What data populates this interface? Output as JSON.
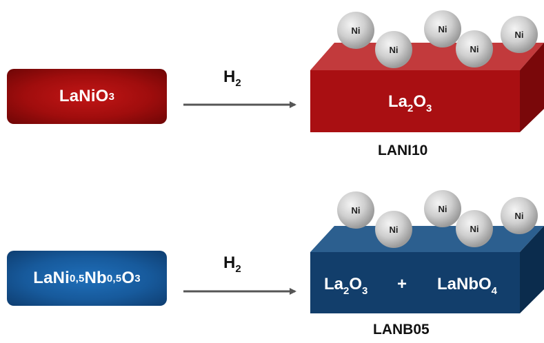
{
  "top": {
    "reactant": {
      "base": "LaNiO",
      "sub": "3"
    },
    "reagent": {
      "base": "H",
      "sub": "2"
    },
    "block_label": {
      "a": "La",
      "a_sub": "2",
      "b": "O",
      "b_sub": "3"
    },
    "caption": "LANI10",
    "particle_label": "Ni"
  },
  "bottom": {
    "reactant": {
      "p1": "LaNi",
      "s1": "0,5",
      "p2": "Nb",
      "s2": "0,5",
      "p3": "O",
      "s3": "3"
    },
    "reagent": {
      "base": "H",
      "sub": "2"
    },
    "block_left": {
      "a": "La",
      "a_sub": "2",
      "b": "O",
      "b_sub": "3"
    },
    "plus": "+",
    "block_right": {
      "a": "LaNbO",
      "a_sub": "4"
    },
    "caption": "LANB05",
    "particle_label": "Ni"
  },
  "colors": {
    "red_front": "#a90f12",
    "red_top": "#c23a3c",
    "red_side": "#7a080a",
    "blue_front": "#123e6b",
    "blue_top": "#2c5f8f",
    "blue_side": "#0b2c4d",
    "arrow": "#555555",
    "particle": "#c8c8c8"
  }
}
